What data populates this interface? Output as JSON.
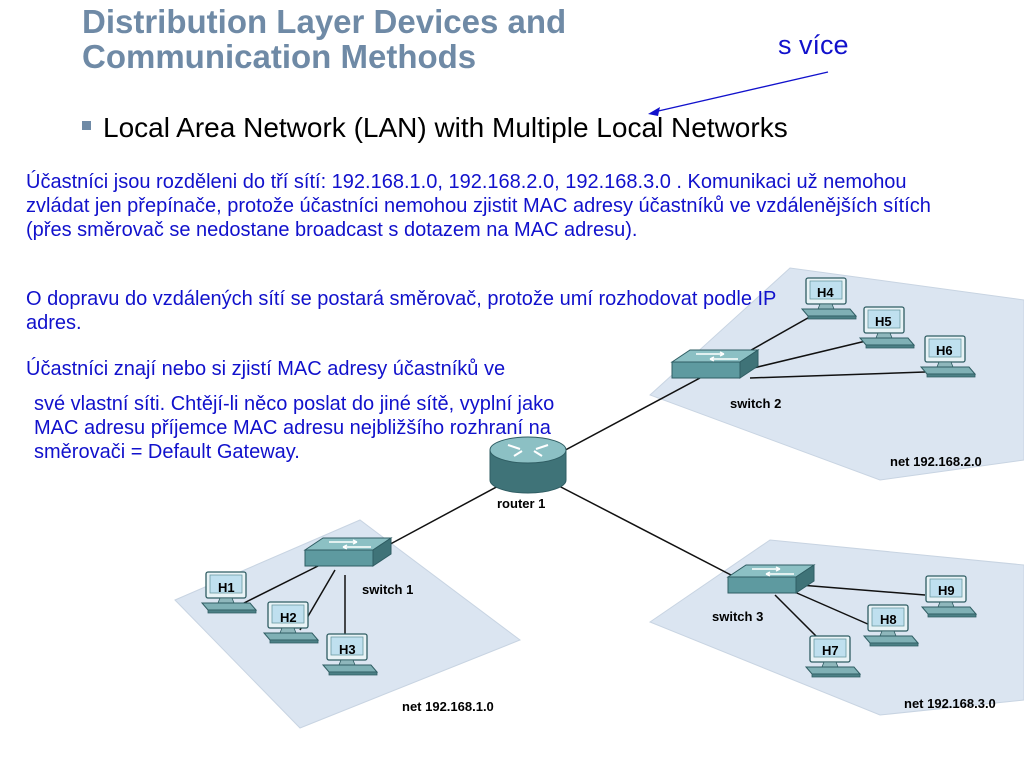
{
  "slide": {
    "title": "Distribution Layer Devices and Communication Methods",
    "note_top": "s více",
    "bullet": "Local Area Network (LAN) with Multiple Local Networks",
    "paragraph1": "Účastníci jsou rozděleni do tří sítí: 192.168.1.0, 192.168.2.0, 192.168.3.0 . Komunikaci už nemohou zvládat jen přepínače, protože účastníci nemohou zjistit MAC adresy účastníků ve vzdálenějších sítích (přes směrovač se nedostane broadcast s dotazem na MAC adresu).",
    "paragraph2": "O dopravu do vzdálených sítí se postará směrovač, protože umí rozhodovat podle IP adres.",
    "paragraph3": "Účastníci znají nebo si zjistí MAC adresy účastníků ve",
    "paragraph4": "své vlastní síti. Chtějí-li něco poslat do jiné sítě, vyplní jako MAC adresu příjemce MAC adresu nejbližšího rozhraní na směrovači = Default Gateway."
  },
  "diagram": {
    "router": "router 1",
    "switches": [
      "switch 1",
      "switch 2",
      "switch 3"
    ],
    "networks": [
      "net 192.168.1.0",
      "net 192.168.2.0",
      "net 192.168.3.0"
    ],
    "hosts": [
      "H1",
      "H2",
      "H3",
      "H4",
      "H5",
      "H6",
      "H7",
      "H8",
      "H9"
    ],
    "colors": {
      "plane": "#dbe5f1",
      "device": "#5e9aa0",
      "device_dark": "#3f7378",
      "screen": "#bfe0ef"
    }
  }
}
